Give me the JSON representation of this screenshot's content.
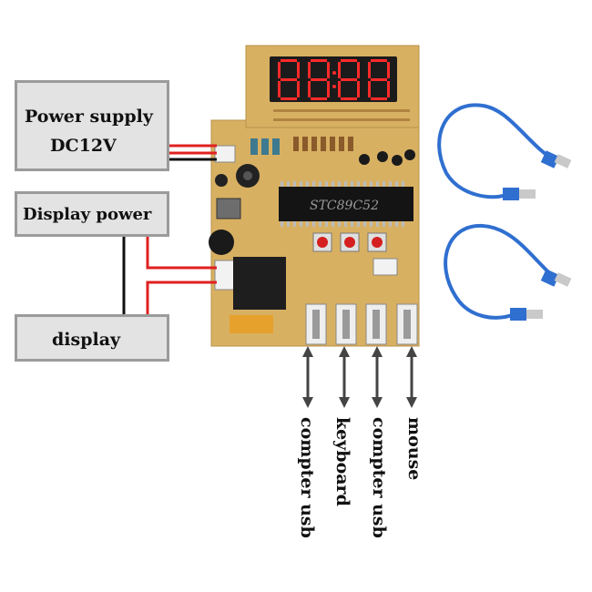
{
  "labels": {
    "power_supply_line1": "Power supply",
    "power_supply_line2": "DC12V",
    "display_power": "Display power",
    "display": "display"
  },
  "port_labels": [
    "compter usb",
    "keyboard",
    "compter usb",
    "mouse"
  ],
  "pcb": {
    "display_digits": "8888",
    "chip_marking": "STC89C52"
  },
  "colors": {
    "box_fill": "#e3e3e3",
    "box_border": "#9b9b9b",
    "pcb": "#d8b062",
    "wire_red": "#e02020",
    "wire_black": "#111111",
    "usb_cable": "#2f6fd0",
    "display_red": "#ff2a2a"
  },
  "icons": [
    "usb-cable-icon",
    "usb-cable-icon",
    "double-arrow-icon"
  ]
}
